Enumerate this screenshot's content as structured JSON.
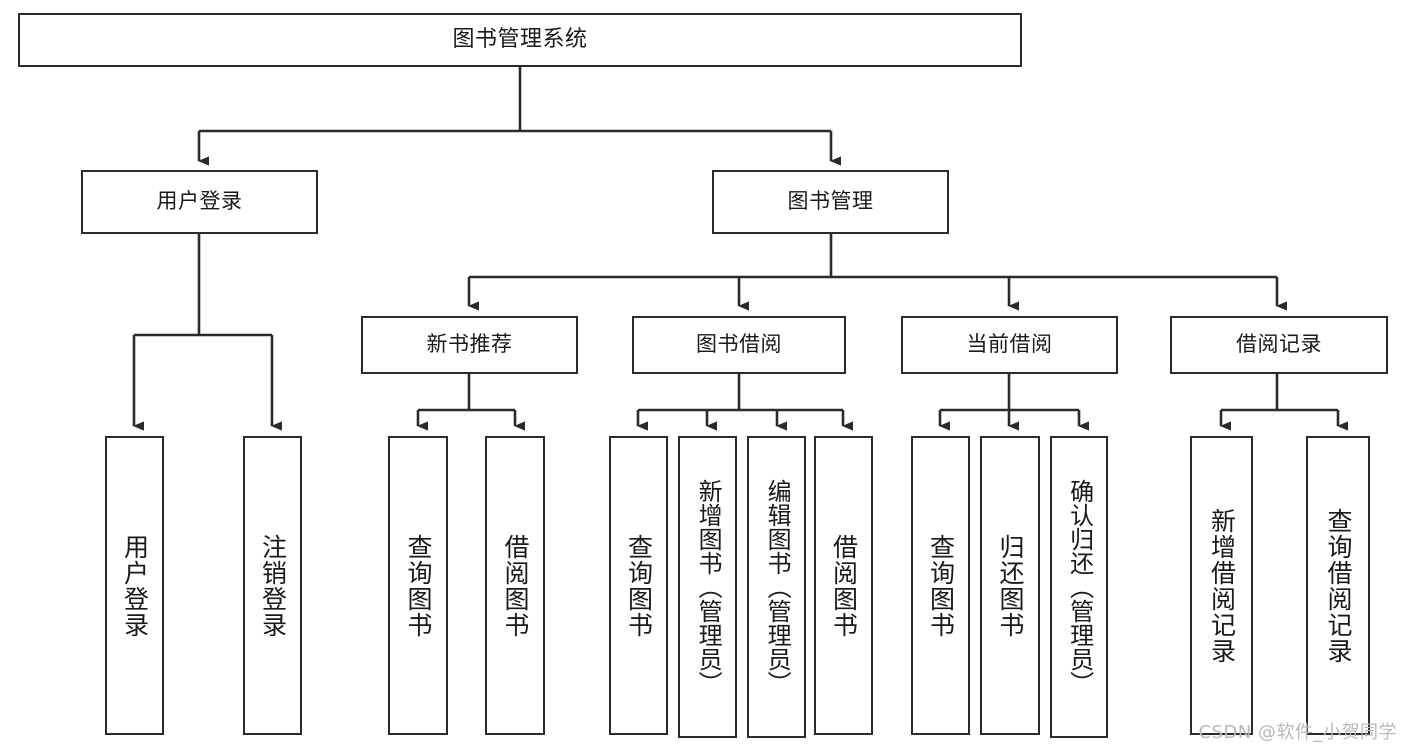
{
  "diagram": {
    "title": "图书管理系统",
    "type": "tree-hierarchy-diagram",
    "root": {
      "id": "root",
      "label": "图书管理系统"
    },
    "level1": [
      {
        "id": "user-login",
        "label": "用户登录"
      },
      {
        "id": "book-manage",
        "label": "图书管理"
      }
    ],
    "level2": [
      {
        "id": "new-book-recommend",
        "label": "新书推荐",
        "parent": "book-manage"
      },
      {
        "id": "book-borrow",
        "label": "图书借阅",
        "parent": "book-manage"
      },
      {
        "id": "current-borrow",
        "label": "当前借阅",
        "parent": "book-manage"
      },
      {
        "id": "borrow-record",
        "label": "借阅记录",
        "parent": "book-manage"
      }
    ],
    "leaves": [
      {
        "id": "leaf-user-login",
        "label": "用户登录",
        "parent": "user-login"
      },
      {
        "id": "leaf-logout-login",
        "label": "注销登录",
        "parent": "user-login"
      },
      {
        "id": "leaf-query-book-1",
        "label": "查询图书",
        "parent": "new-book-recommend"
      },
      {
        "id": "leaf-borrow-book-1",
        "label": "借阅图书",
        "parent": "new-book-recommend"
      },
      {
        "id": "leaf-query-book-2",
        "label": "查询图书",
        "parent": "book-borrow"
      },
      {
        "id": "leaf-add-book",
        "label": "新增图书（管理员）",
        "parent": "book-borrow"
      },
      {
        "id": "leaf-edit-book",
        "label": "编辑图书（管理员）",
        "parent": "book-borrow"
      },
      {
        "id": "leaf-borrow-book-2",
        "label": "借阅图书",
        "parent": "book-borrow"
      },
      {
        "id": "leaf-query-book-3",
        "label": "查询图书",
        "parent": "current-borrow"
      },
      {
        "id": "leaf-return-book",
        "label": "归还图书",
        "parent": "current-borrow"
      },
      {
        "id": "leaf-confirm-return",
        "label": "确认归还（管理员）",
        "parent": "current-borrow"
      },
      {
        "id": "leaf-add-record",
        "label": "新增借阅记录",
        "parent": "borrow-record"
      },
      {
        "id": "leaf-query-record",
        "label": "查询借阅记录",
        "parent": "borrow-record"
      }
    ],
    "colors": {
      "stroke": "#2b2b2b",
      "fill": "#ffffff",
      "text": "#1a1a1a",
      "watermark": "#b9b9b9"
    }
  },
  "watermark": {
    "text": "CSDN @软件_小贺同学"
  }
}
